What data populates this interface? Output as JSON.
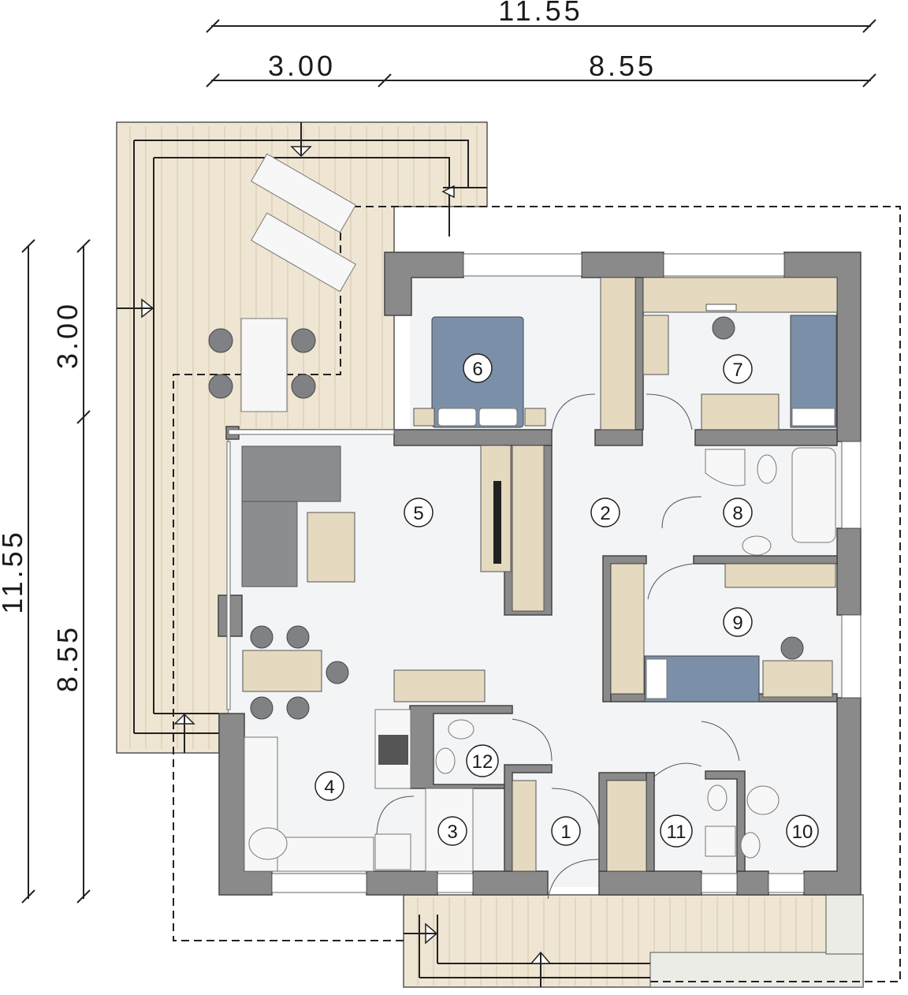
{
  "dimensions": {
    "top_total": "11.55",
    "top_left": "3.00",
    "top_right": "8.55",
    "left_total": "11.55",
    "left_top": "3.00",
    "left_bottom": "8.55"
  },
  "rooms": [
    {
      "id": "1",
      "label": "1"
    },
    {
      "id": "2",
      "label": "2"
    },
    {
      "id": "3",
      "label": "3"
    },
    {
      "id": "4",
      "label": "4"
    },
    {
      "id": "5",
      "label": "5"
    },
    {
      "id": "6",
      "label": "6"
    },
    {
      "id": "7",
      "label": "7"
    },
    {
      "id": "8",
      "label": "8"
    },
    {
      "id": "9",
      "label": "9"
    },
    {
      "id": "10",
      "label": "10"
    },
    {
      "id": "11",
      "label": "11"
    },
    {
      "id": "12",
      "label": "12"
    }
  ],
  "colors": {
    "wall": "#8a8a8a",
    "floor": "#f2f4f6",
    "terrace": "#efe5d3",
    "furniture": "#e5d9bf",
    "bed_cover": "#7c8fa8"
  }
}
